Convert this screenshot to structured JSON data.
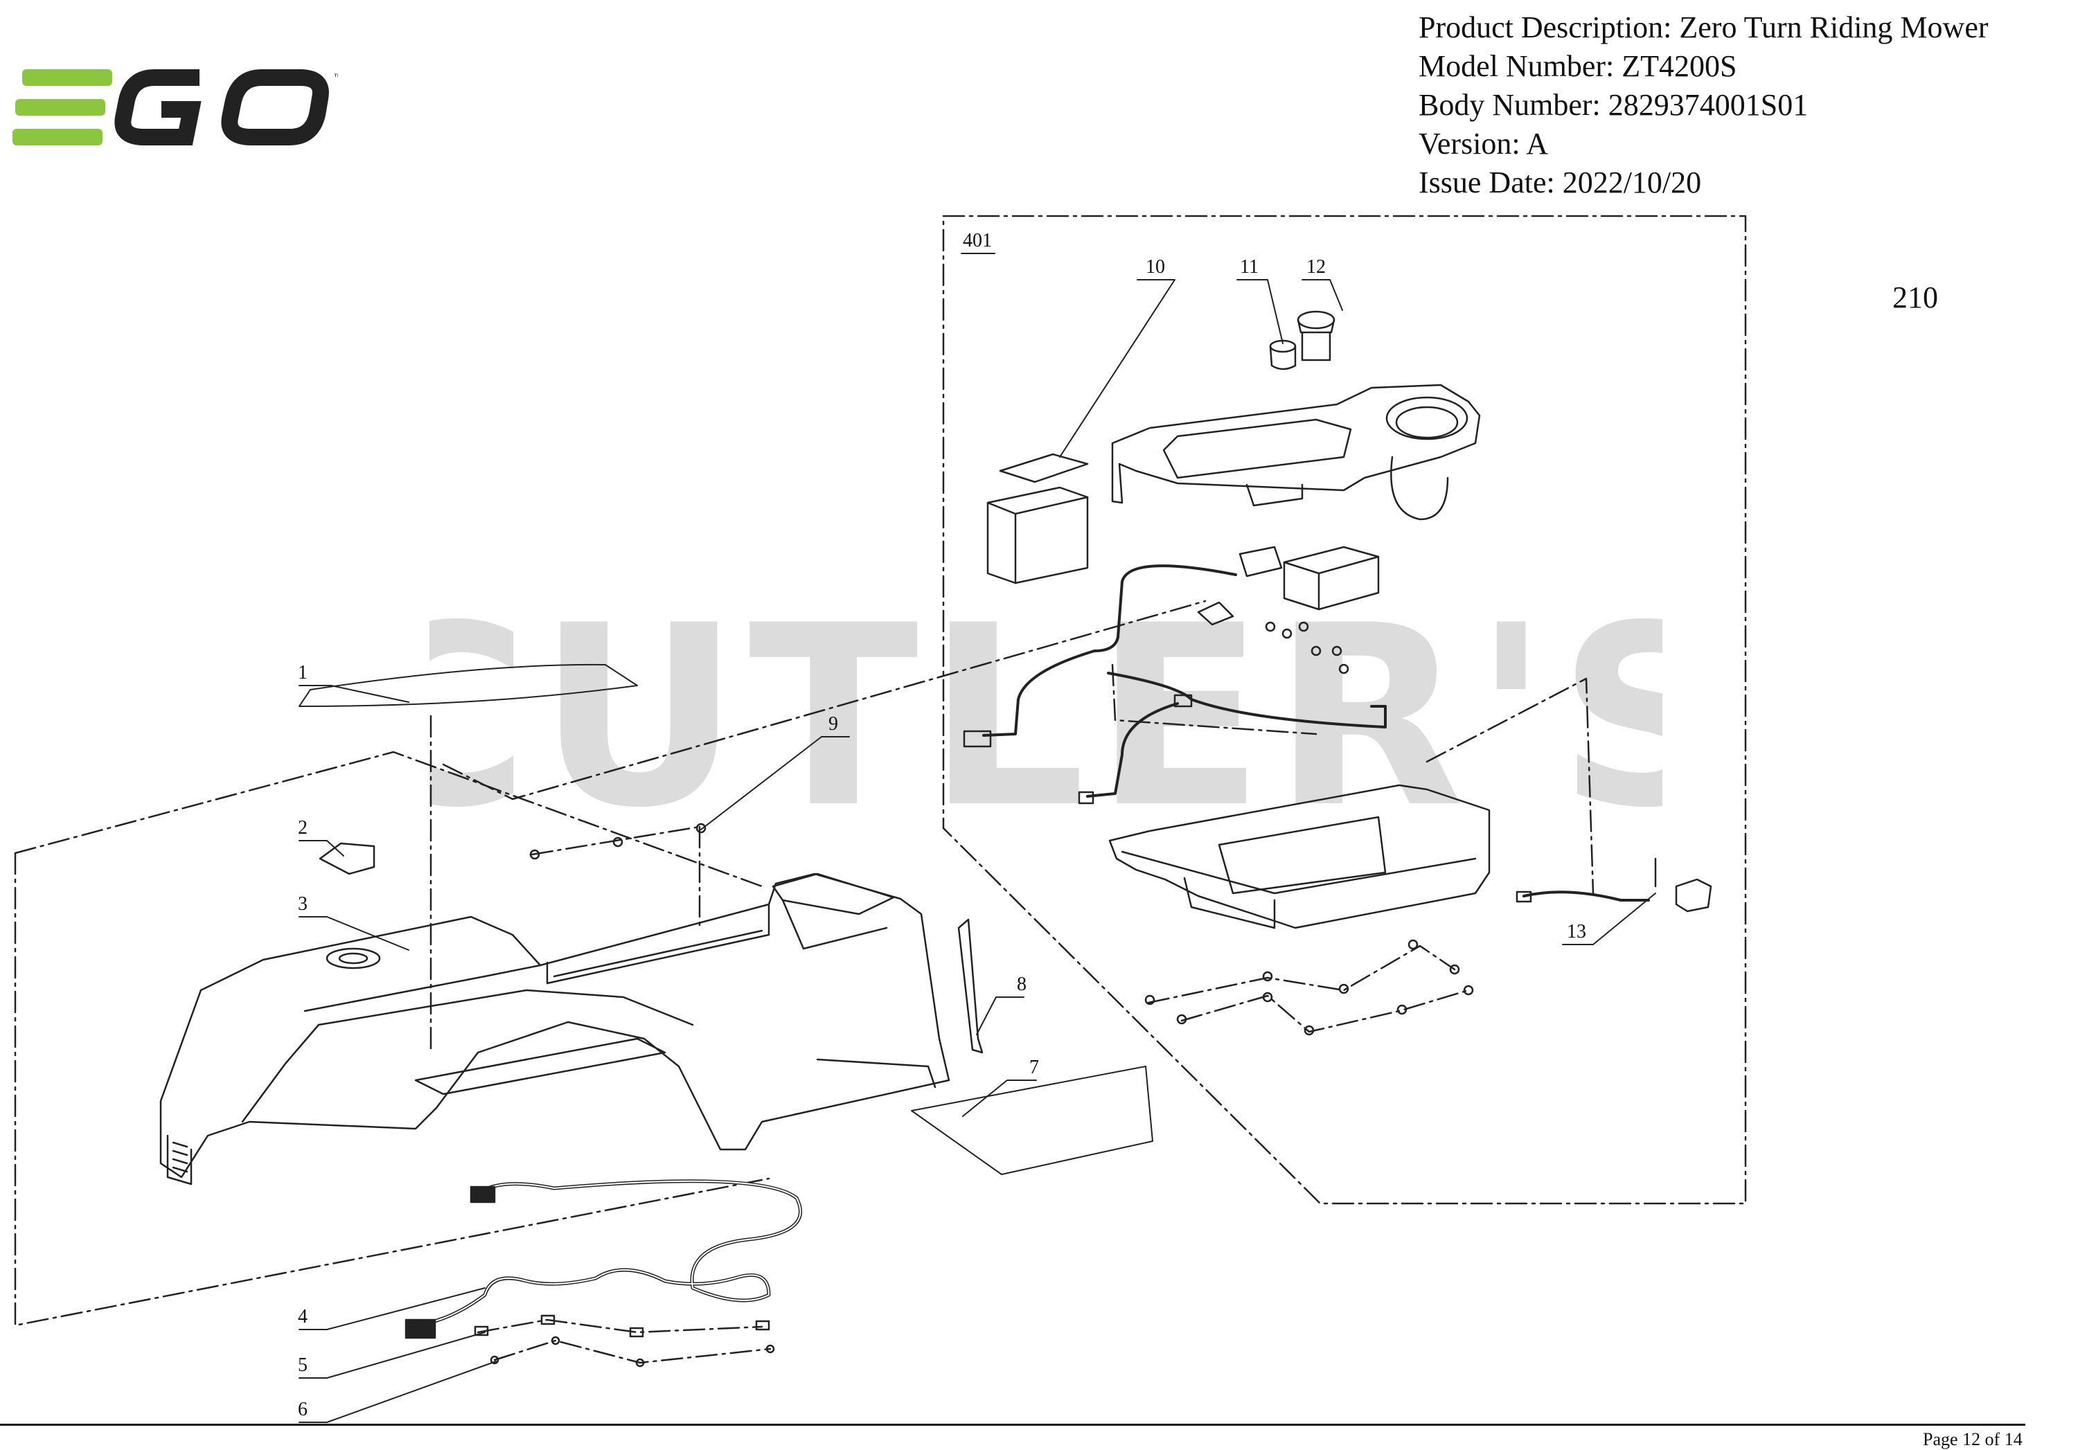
{
  "brand": {
    "name": "EGO",
    "trademark": "™",
    "color": "#8cc63f",
    "dark": "#222222"
  },
  "header": {
    "product_description": "Product Description: Zero Turn Riding Mower",
    "model_number": "Model Number: ZT4200S",
    "body_number": "Body Number: 2829374001S01",
    "version": "Version: A",
    "issue_date": "Issue Date: 2022/10/20"
  },
  "section_code": "210",
  "watermark": {
    "text": "CUTLER'S",
    "color": "#d9d9d9"
  },
  "callouts": {
    "c1": "1",
    "c2": "2",
    "c3": "3",
    "c4": "4",
    "c5": "5",
    "c6": "6",
    "c7": "7",
    "c8": "8",
    "c9": "9",
    "c10": "10",
    "c11": "11",
    "c12": "12",
    "c13": "13",
    "c401": "401"
  },
  "footer": {
    "page": "Page 12 of 14"
  }
}
